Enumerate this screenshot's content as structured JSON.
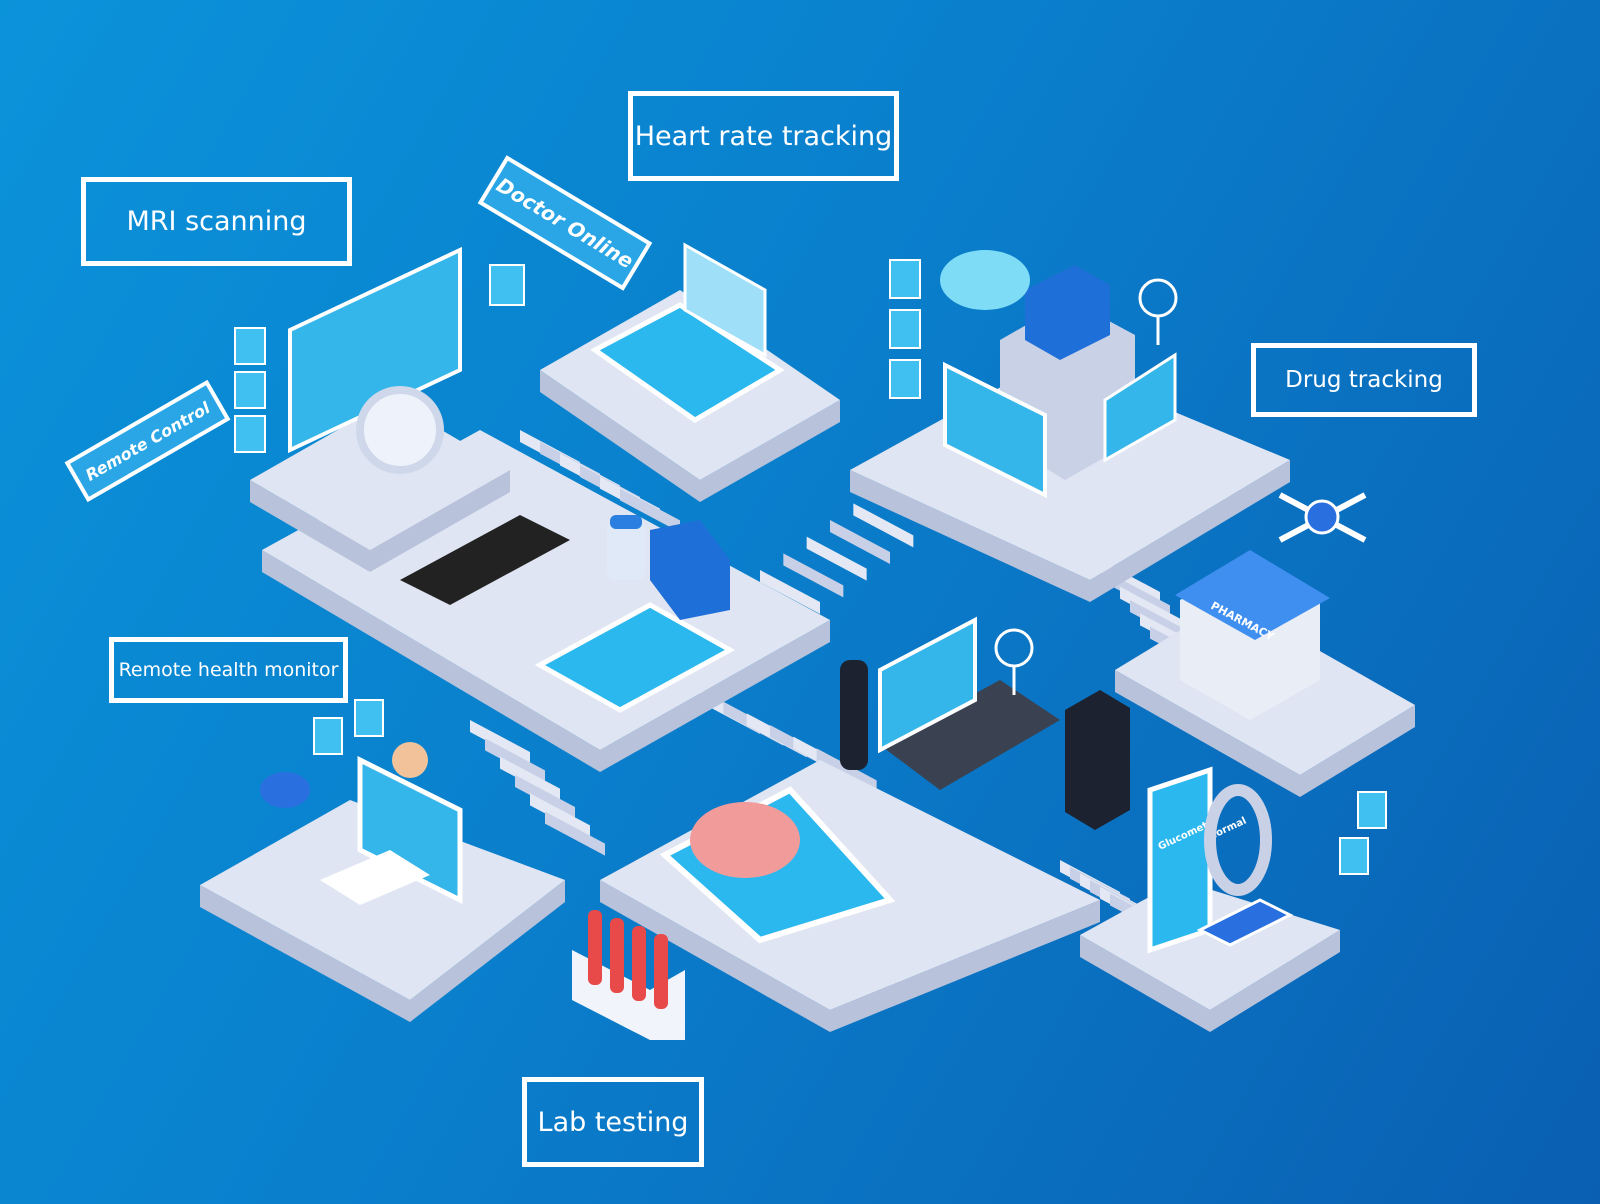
{
  "labels": {
    "heart_rate": "Heart rate tracking",
    "mri": "MRI scanning",
    "drug_tracking": "Drug tracking",
    "remote_health": "Remote health monitor",
    "lab_testing": "Lab testing"
  },
  "signs": {
    "doctor_online": "Doctor Online",
    "remote_control": "Remote Control",
    "pharmacy": "PHARMACY",
    "glucometer": "Glucometer",
    "normal": "Normal"
  },
  "colors": {
    "bg_start": "#0b93da",
    "bg_end": "#0a5fb2",
    "platform_top": "#dfe5f2",
    "platform_side": "#b8c2db",
    "screen": "#2bb8ee"
  }
}
